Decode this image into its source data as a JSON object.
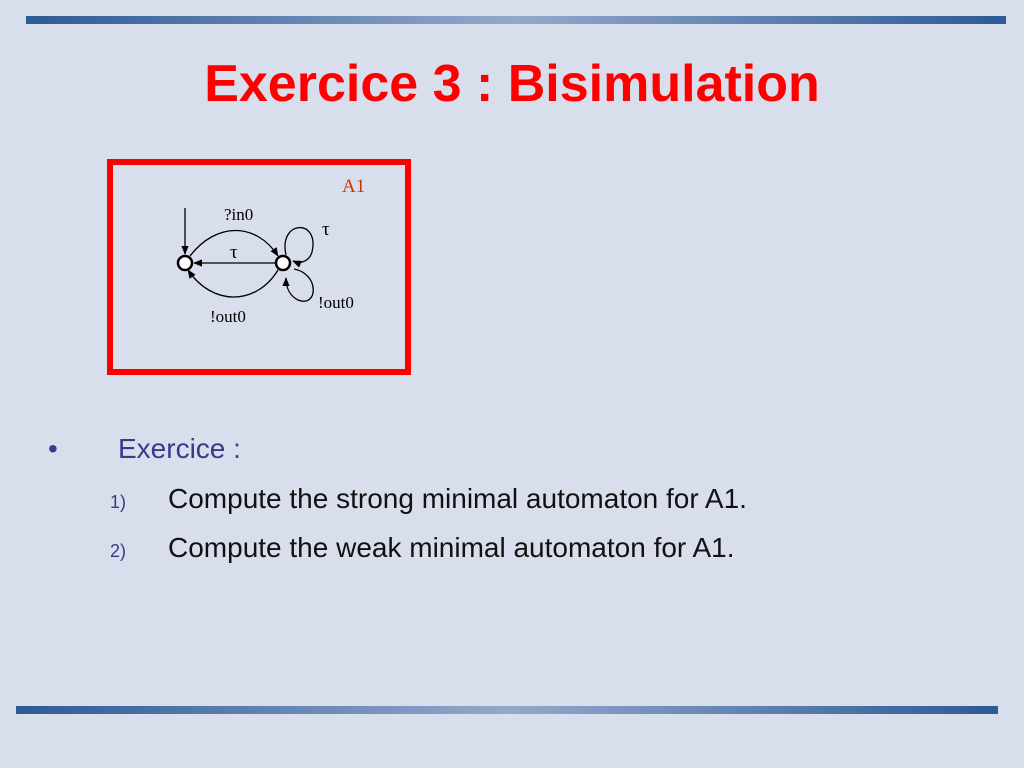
{
  "slide": {
    "title": "Exercice 3 : Bisimulation"
  },
  "diagram": {
    "automaton_name": "A1",
    "labels": {
      "in": "?in0",
      "tau_middle": "τ",
      "tau_loop": "τ",
      "out_bottom": "!out0",
      "out_loop": "!out0"
    },
    "colors": {
      "frame": "#ff0000",
      "automaton_name": "#cc3300"
    }
  },
  "content": {
    "bullet_symbol": "•",
    "heading": "Exercice :",
    "items": [
      {
        "number": "1)",
        "text": "Compute the strong minimal automaton for A1."
      },
      {
        "number": "2)",
        "text": "Compute the weak minimal automaton for A1."
      }
    ]
  }
}
